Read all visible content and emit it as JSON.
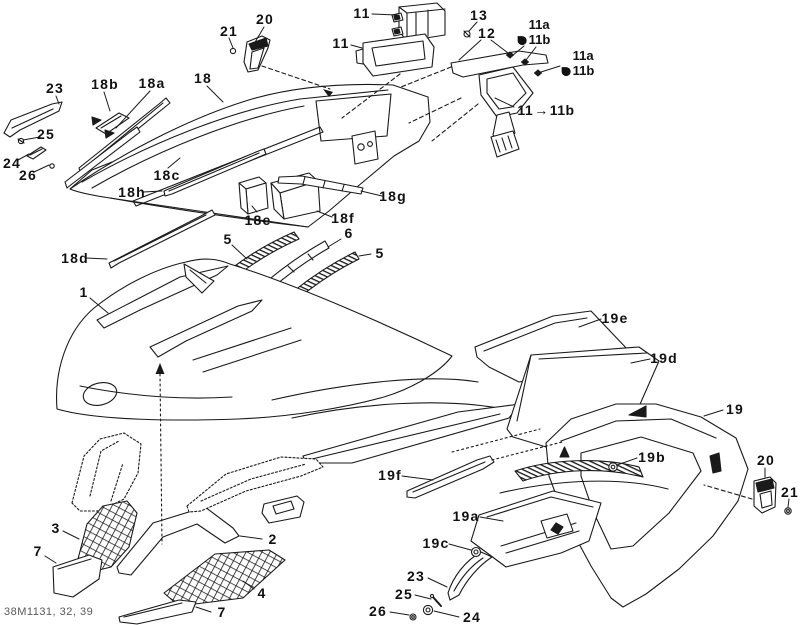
{
  "colors": {
    "ink": "#1a1a1a",
    "background": "#ffffff"
  },
  "footer_code": "38M1131, 32, 39",
  "ref_label": {
    "from": "11",
    "arrow": "→",
    "to": "11b"
  },
  "grease_groups": [
    {
      "top": "11a",
      "bottom": "11b"
    },
    {
      "top": "11a",
      "bottom": "11b"
    }
  ],
  "callouts": [
    {
      "id": "20-top",
      "text": "20"
    },
    {
      "id": "21-top",
      "text": "21"
    },
    {
      "id": "11-module",
      "text": "11"
    },
    {
      "id": "11-gauge",
      "text": "11"
    },
    {
      "id": "13",
      "text": "13"
    },
    {
      "id": "12",
      "text": "12"
    },
    {
      "id": "23-top",
      "text": "23"
    },
    {
      "id": "18b",
      "text": "18b"
    },
    {
      "id": "18a",
      "text": "18a"
    },
    {
      "id": "18",
      "text": "18"
    },
    {
      "id": "25-top",
      "text": "25"
    },
    {
      "id": "24-top",
      "text": "24"
    },
    {
      "id": "26-top",
      "text": "26"
    },
    {
      "id": "18c",
      "text": "18c"
    },
    {
      "id": "18h",
      "text": "18h"
    },
    {
      "id": "18d",
      "text": "18d"
    },
    {
      "id": "18e",
      "text": "18e"
    },
    {
      "id": "18f",
      "text": "18f"
    },
    {
      "id": "18g",
      "text": "18g"
    },
    {
      "id": "5-left",
      "text": "5"
    },
    {
      "id": "6",
      "text": "6"
    },
    {
      "id": "5-right",
      "text": "5"
    },
    {
      "id": "1",
      "text": "1"
    },
    {
      "id": "19e",
      "text": "19e"
    },
    {
      "id": "19d",
      "text": "19d"
    },
    {
      "id": "19-right",
      "text": "19"
    },
    {
      "id": "19f",
      "text": "19f"
    },
    {
      "id": "19b",
      "text": "19b"
    },
    {
      "id": "19a",
      "text": "19a"
    },
    {
      "id": "19c",
      "text": "19c"
    },
    {
      "id": "23-bottom",
      "text": "23"
    },
    {
      "id": "25-bottom",
      "text": "25"
    },
    {
      "id": "26-bottom",
      "text": "26"
    },
    {
      "id": "24-bottom",
      "text": "24"
    },
    {
      "id": "20-right",
      "text": "20"
    },
    {
      "id": "21-right",
      "text": "21"
    },
    {
      "id": "2",
      "text": "2"
    },
    {
      "id": "4",
      "text": "4"
    },
    {
      "id": "7-bottom",
      "text": "7"
    },
    {
      "id": "3",
      "text": "3"
    },
    {
      "id": "7-left",
      "text": "7"
    }
  ]
}
